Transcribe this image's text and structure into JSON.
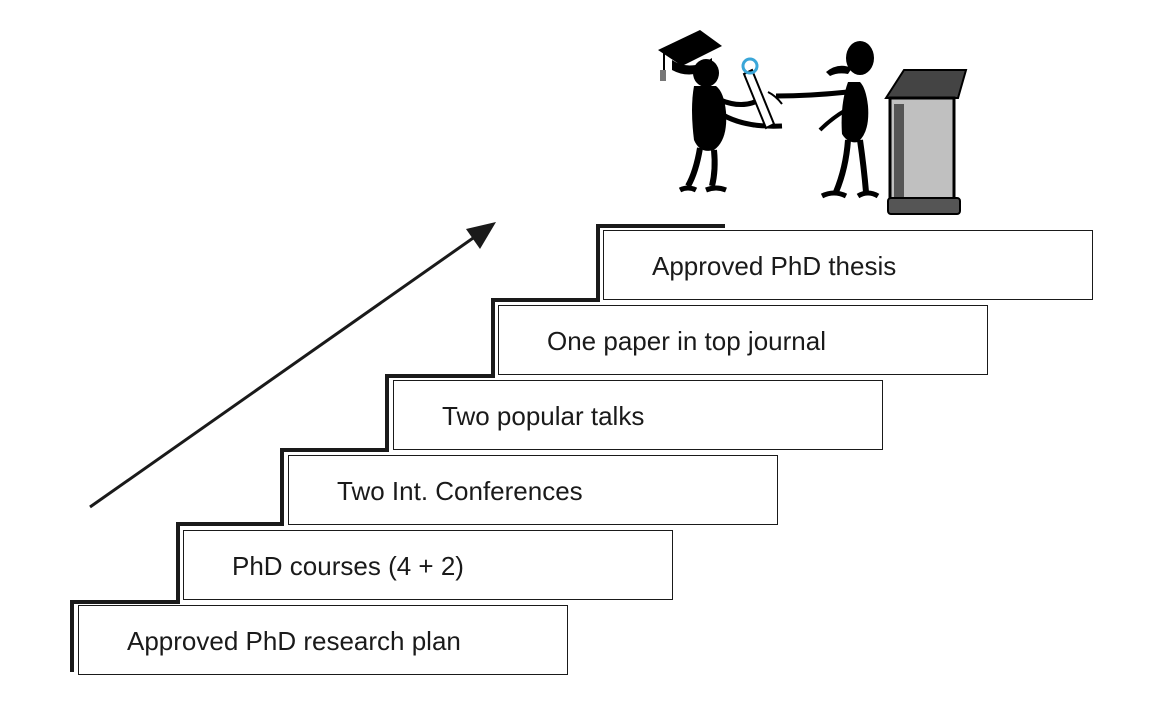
{
  "steps": [
    {
      "label": "Approved PhD research plan"
    },
    {
      "label": "PhD courses (4 + 2)"
    },
    {
      "label": "Two Int. Conferences"
    },
    {
      "label": "Two popular talks"
    },
    {
      "label": "One paper in top journal"
    },
    {
      "label": "Approved PhD thesis"
    }
  ],
  "colors": {
    "line": "#1a1a1a",
    "figure": "#000000",
    "podium": "#c0c0c0",
    "diploma_ribbon": "#3aa6d8"
  },
  "icons": [
    "up-arrow-icon",
    "graduate-icon",
    "presenter-icon",
    "diploma-icon",
    "podium-icon"
  ]
}
